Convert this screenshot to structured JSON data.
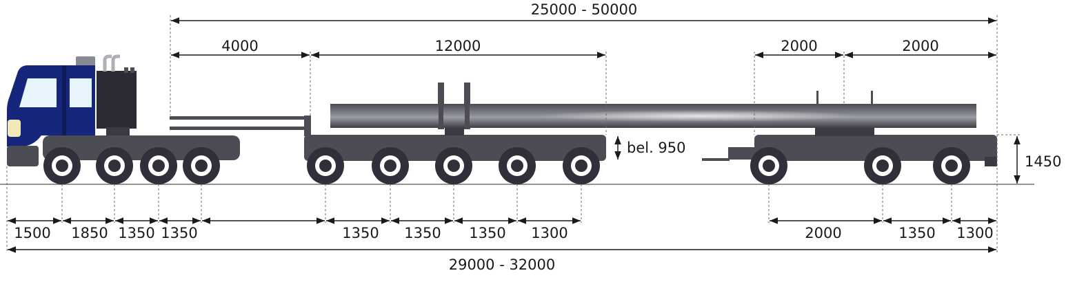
{
  "colors": {
    "cab": "#16267a",
    "cab_dark": "#0f1c5e",
    "window": "#e8f4fb",
    "frame": "#4b4c54",
    "frame_dark": "#3a3b42",
    "tire": "#2f303a",
    "rim": "#ffffff",
    "hub": "#2f303a",
    "pipe": "#5a5b63",
    "pipe_highlight": "#d6d6da",
    "headlight": "#f2e7b5",
    "exhaust": "#aeb0b6",
    "dim": "#1a1a1a"
  },
  "dimensions": {
    "top_overall": "25000 - 50000",
    "gooseneck": "4000",
    "front_bogie": "12000",
    "rear_left": "2000",
    "rear_right": "2000",
    "deck_height": "bel. 950",
    "rear_height": "1450",
    "bottom_overall": "29000 - 32000",
    "truck": [
      "1500",
      "1850",
      "1350",
      "1350"
    ],
    "front_trailer": [
      "1350",
      "1350",
      "1350",
      "1300"
    ],
    "rear_trailer": [
      "2000",
      "1350",
      "1300"
    ]
  }
}
